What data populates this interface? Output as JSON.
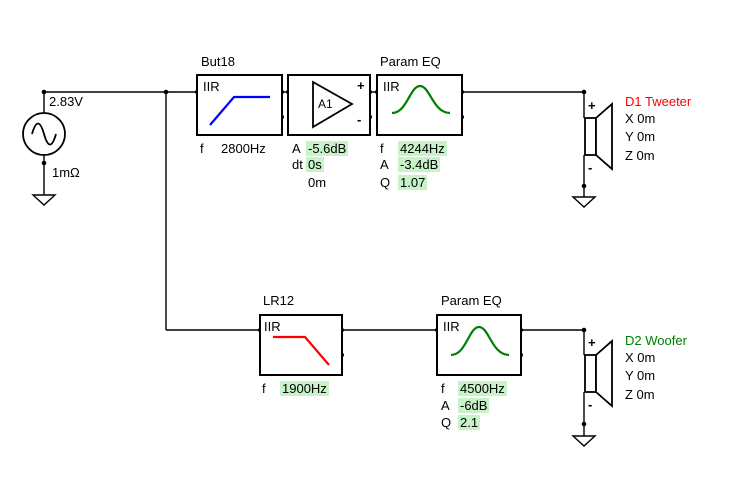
{
  "source": {
    "voltage": "2.83V",
    "impedance": "1mΩ"
  },
  "top_chain": {
    "filter": {
      "title": "But18",
      "kind": "IIR",
      "f_label": "f",
      "freq": "2800Hz"
    },
    "amp": {
      "name": "A1",
      "plus": "+",
      "minus": "-",
      "a_label": "A",
      "a_value": "-5.6dB",
      "dt_label": "dt",
      "dt_value": "0s",
      "offset_value": "0m"
    },
    "eq": {
      "title": "Param EQ",
      "kind": "IIR",
      "f_label": "f",
      "freq": "4244Hz",
      "a_label": "A",
      "gain": "-3.4dB",
      "q_label": "Q",
      "q": "1.07"
    }
  },
  "bottom_chain": {
    "filter": {
      "title": "LR12",
      "kind": "IIR",
      "f_label": "f",
      "freq": "1900Hz"
    },
    "eq": {
      "title": "Param EQ",
      "kind": "IIR",
      "f_label": "f",
      "freq": "4500Hz",
      "a_label": "A",
      "gain": "-6dB",
      "q_label": "Q",
      "q": "2.1"
    }
  },
  "drivers": [
    {
      "name": "D1 Tweeter",
      "color": "#ff0000",
      "x": "X 0m",
      "y": "Y 0m",
      "z": "Z 0m",
      "plus": "+",
      "minus": "-"
    },
    {
      "name": "D2 Woofer",
      "color": "#008000",
      "x": "X 0m",
      "y": "Y 0m",
      "z": "Z 0m",
      "plus": "+",
      "minus": "-"
    }
  ],
  "colors": {
    "highpass": "#0000ff",
    "lowpass": "#ff0000",
    "eq_curve": "#008000",
    "highlight": "#c8f2c8"
  }
}
